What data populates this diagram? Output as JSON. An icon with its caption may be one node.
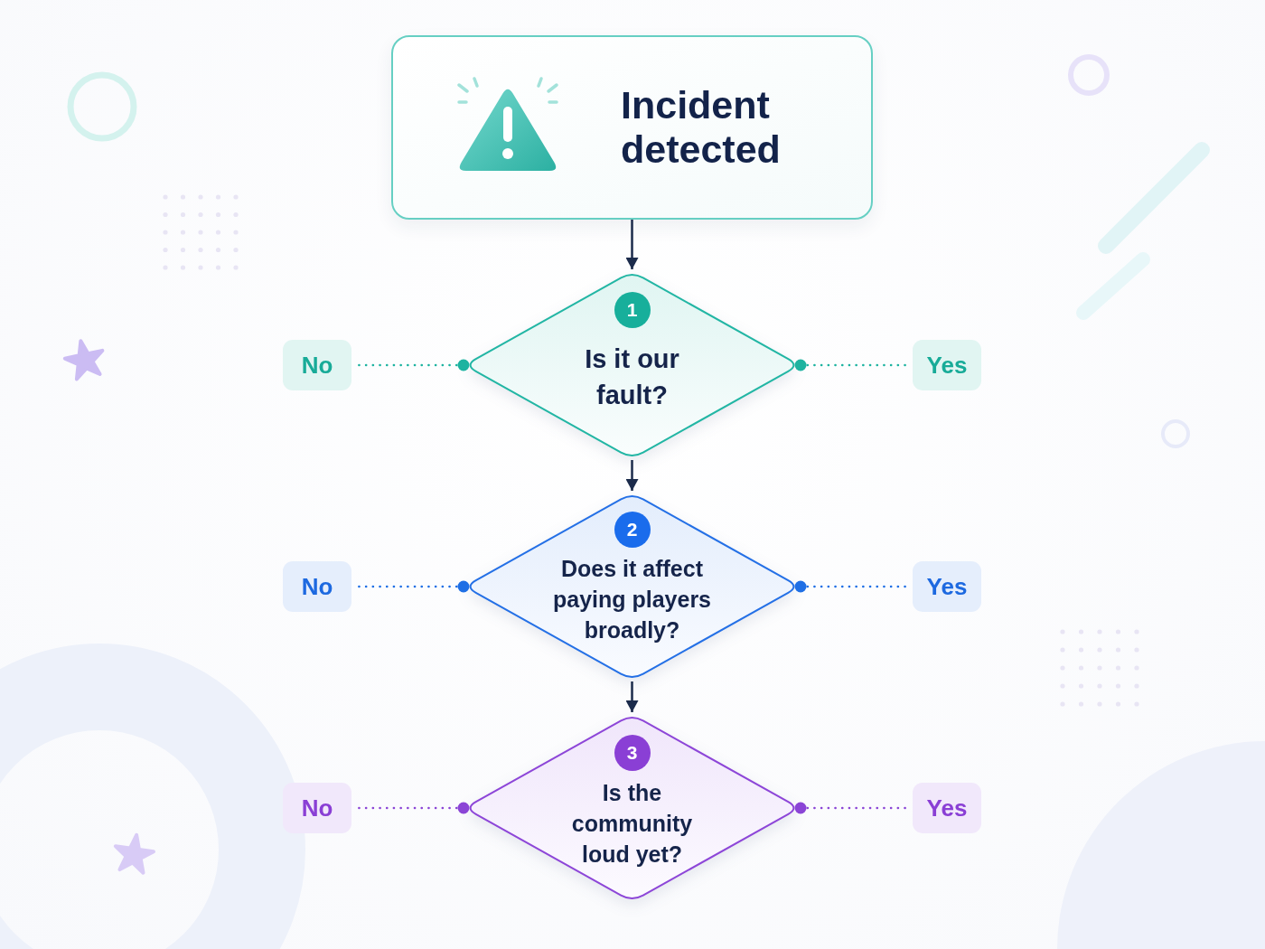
{
  "diagram": {
    "nodes": [
      {
        "text": [
          "Incident detected"
        ]
      },
      {
        "text": [
          "No"
        ]
      },
      {
        "text": [
          "1",
          "Is it our fault?"
        ]
      },
      {
        "text": [
          "Yes"
        ]
      },
      {
        "text": [
          "No"
        ]
      },
      {
        "text": [
          "2",
          "Does it affect paying players broadly?"
        ]
      },
      {
        "text": [
          "Yes"
        ]
      },
      {
        "text": [
          "No"
        ]
      },
      {
        "text": [
          "3",
          "Is the community loud yet?"
        ]
      },
      {
        "text": [
          "Yes"
        ]
      }
    ],
    "edges": [
      {
        "from": 0,
        "to": 2,
        "arrow": "to"
      },
      {
        "from": 2,
        "to": 1,
        "arrow": "other",
        "style": "dashed",
        "color": "#1db3a0"
      },
      {
        "from": 2,
        "to": 3,
        "arrow": "other",
        "style": "dashed",
        "color": "#1db3a0"
      },
      {
        "from": 2,
        "to": 5,
        "arrow": "to"
      },
      {
        "from": 5,
        "to": 4,
        "arrow": "other",
        "style": "dashed",
        "color": "#1f6fe5"
      },
      {
        "from": 5,
        "to": 6,
        "arrow": "other",
        "style": "dashed",
        "color": "#1f6fe5"
      },
      {
        "from": 5,
        "to": 8,
        "arrow": "to"
      },
      {
        "from": 8,
        "to": 7,
        "arrow": "other",
        "style": "dashed",
        "color": "#8b45d6"
      },
      {
        "from": 8,
        "to": 9,
        "arrow": "other",
        "style": "dashed",
        "color": "#8b45d6"
      }
    ]
  }
}
